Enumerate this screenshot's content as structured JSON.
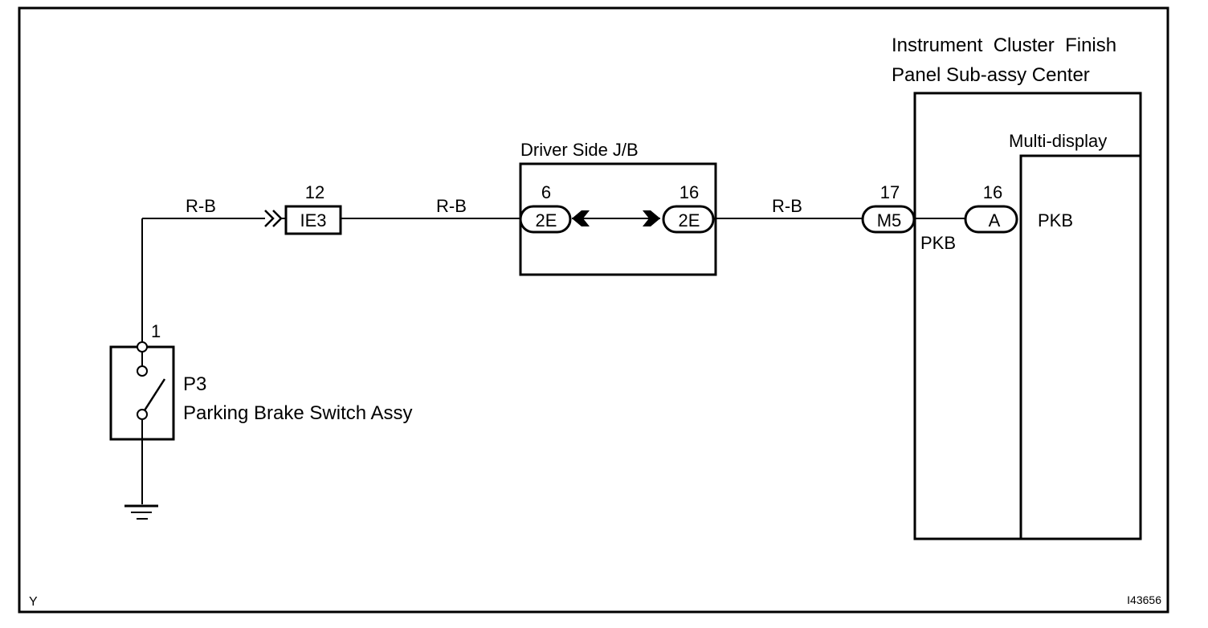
{
  "wires": {
    "w1": "R-B",
    "w2": "R-B",
    "w3": "R-B"
  },
  "connector_ie3": {
    "pin": "12",
    "code": "IE3"
  },
  "junction_block": {
    "title": "Driver Side J/B",
    "left_pin": "6",
    "left_code": "2E",
    "right_pin": "16",
    "right_code": "2E"
  },
  "connector_m5": {
    "pin": "17",
    "code": "M5"
  },
  "instrument_panel": {
    "title_line1": "Instrument  Cluster  Finish",
    "title_line2": "Panel Sub-assy Center",
    "signal_label": "PKB"
  },
  "multi_display": {
    "title": "Multi-display",
    "pin": "16",
    "code": "A",
    "signal_label": "PKB"
  },
  "parking_brake_switch": {
    "pin": "1",
    "code": "P3",
    "name": "Parking Brake Switch Assy"
  },
  "footer": {
    "left_mark": "Y",
    "figure_id": "I43656"
  }
}
